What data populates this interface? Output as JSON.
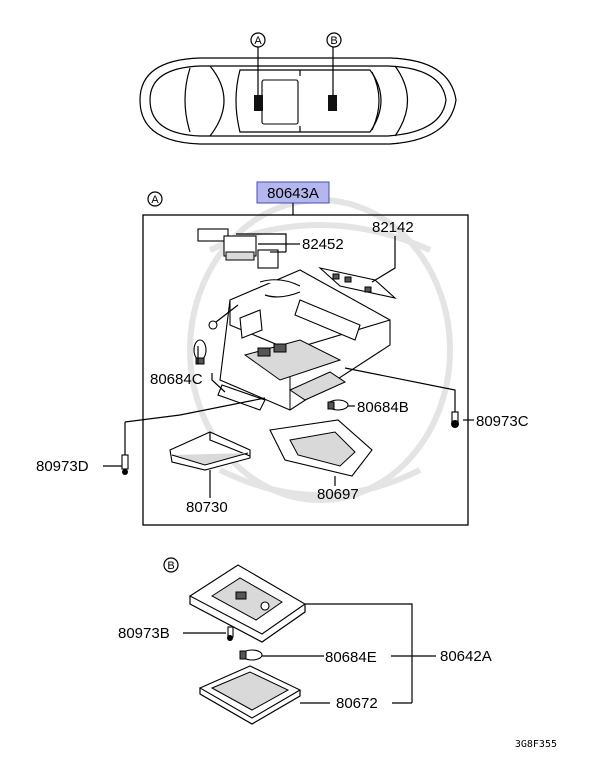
{
  "callouts": {
    "view_a": "A",
    "view_b": "B"
  },
  "highlight_part": "80643A",
  "parts": {
    "p82142": "82142",
    "p82452": "82452",
    "p80684C": "80684C",
    "p80684B": "80684B",
    "p80973C": "80973C",
    "p80973D": "80973D",
    "p80697": "80697",
    "p80730": "80730",
    "p80973B": "80973B",
    "p80684E": "80684E",
    "p80642A": "80642A",
    "p80672": "80672"
  },
  "diagram_code": "3G8F355",
  "colors": {
    "highlight_fill": "#b4b6ee",
    "highlight_border": "#4a4db0"
  }
}
